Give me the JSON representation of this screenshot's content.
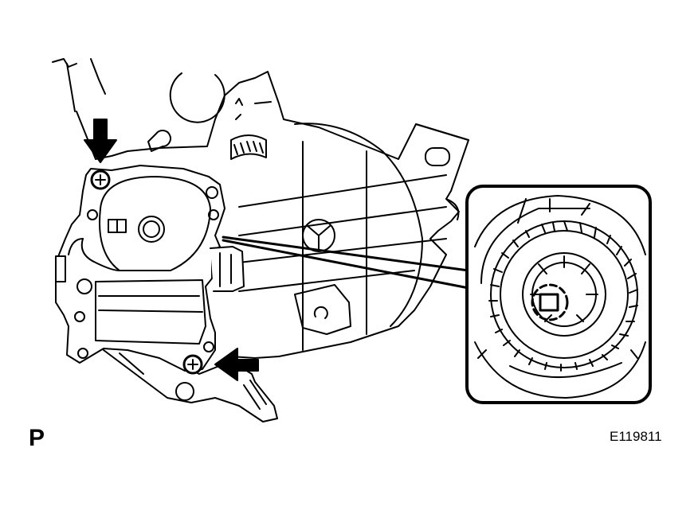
{
  "view_label": "P",
  "figure_id": "E119811",
  "colors": {
    "ink": "#000000",
    "paper": "#ffffff",
    "tone": "#e6e6e6"
  },
  "callouts": [
    {
      "icon": "arrow-down-icon",
      "points_to": "upper-mounting-screw"
    },
    {
      "icon": "arrow-left-icon",
      "points_to": "lower-mounting-screw"
    }
  ]
}
